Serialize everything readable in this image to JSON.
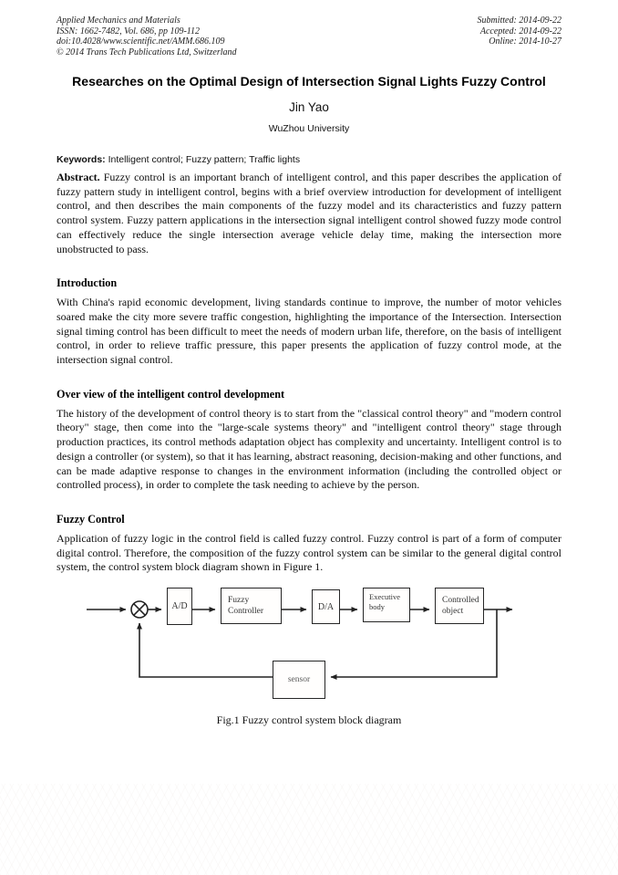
{
  "header": {
    "left": [
      "Applied Mechanics and Materials",
      "ISSN: 1662-7482, Vol. 686, pp 109-112",
      "doi:10.4028/www.scientific.net/AMM.686.109",
      "© 2014 Trans Tech Publications Ltd, Switzerland"
    ],
    "right": [
      "Submitted: 2014-09-22",
      "Accepted: 2014-09-22",
      "Online: 2014-10-27"
    ]
  },
  "title": "Researches on the Optimal Design of Intersection Signal Lights Fuzzy Control",
  "author": "Jin Yao",
  "affiliation": "WuZhou University",
  "keywords_label": "Keywords:",
  "keywords": "Intelligent control; Fuzzy pattern; Traffic lights",
  "abstract_label": "Abstract.",
  "abstract": "Fuzzy control is an important branch of intelligent control, and this paper describes the application of fuzzy pattern study in intelligent control, begins with a brief overview introduction for development of intelligent control, and then describes the main components of the fuzzy model and its characteristics and fuzzy pattern control system. Fuzzy pattern applications in the intersection signal intelligent control showed fuzzy mode control can effectively reduce the single intersection average vehicle delay time, making the intersection more unobstructed to pass.",
  "sections": [
    {
      "heading": "Introduction",
      "body": "With China's rapid economic development, living standards continue to improve, the number of motor vehicles soared make the city more severe traffic congestion, highlighting the importance of the Intersection. Intersection signal timing control has been difficult to meet the needs of modern urban life, therefore, on the basis of intelligent control, in order to relieve traffic pressure, this paper presents the application of fuzzy control mode, at the intersection signal control."
    },
    {
      "heading": "Over view of the intelligent control development",
      "body": "The history of the development of control theory is to start from the \"classical control theory\" and \"modern control theory\" stage, then come into the \"large-scale systems theory\" and \"intelligent control theory\" stage through production practices, its control methods adaptation object has complexity and uncertainty. Intelligent control is to design a controller (or system), so that it has learning, abstract reasoning, decision-making and other functions, and can be made adaptive response to changes in the environment information (including the controlled object or controlled process), in order to complete the task needing to achieve by the person."
    },
    {
      "heading": "Fuzzy Control",
      "body": "Application of fuzzy logic in the control field is called fuzzy control. Fuzzy control is part of a form of computer digital control. Therefore, the composition of the fuzzy control system can be similar to the general digital control system, the control system block diagram shown in Figure 1."
    }
  ],
  "figure": {
    "caption": "Fig.1 Fuzzy control system block diagram",
    "blocks": {
      "ad": "A/D",
      "fuzzy_controller": "Fuzzy Controller",
      "da": "D/A",
      "executive_body": "Executive body",
      "controlled_object": "Controlled object",
      "sensor": "sensor"
    }
  },
  "colors": {
    "ink": "#111111",
    "diagram_line": "#222222",
    "sensor_text": "#5a5a5a"
  }
}
